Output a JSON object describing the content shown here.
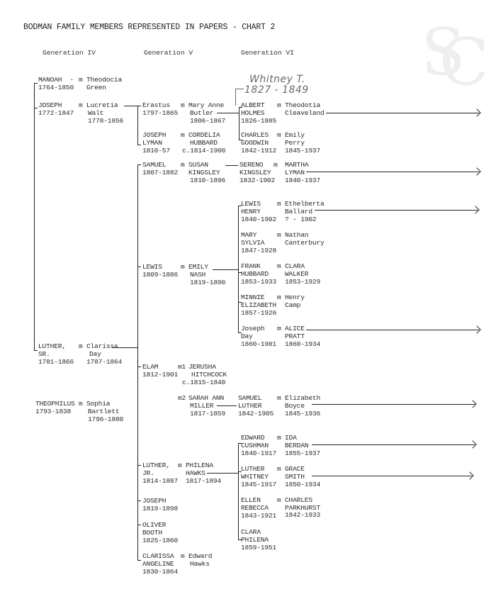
{
  "title": "BODMAN FAMILY MEMBERS REPRESENTED IN PAPERS - CHART 2",
  "watermark": "SC",
  "generations": [
    "Generation IV",
    "Generation V",
    "Generation VI"
  ],
  "annotation": {
    "name": "Whitney T.",
    "dates": "1827 - 1849"
  },
  "gen4": [
    {
      "name": [
        "MANOAH  ·"
      ],
      "dates": "1764-1850",
      "spouse_marker": "m",
      "spouse": [
        "Theodocia",
        "Green"
      ],
      "spouse_dates": ""
    },
    {
      "name": [
        "JOSEPH"
      ],
      "dates": "1772-1847",
      "spouse_marker": "m",
      "spouse": [
        "Lucretia",
        "Walt"
      ],
      "spouse_dates": "1778-1856"
    },
    {
      "name": [
        "LUTHER,",
        "SR."
      ],
      "dates": "1781-1866",
      "spouse_marker": "m",
      "spouse": [
        "Clarissa",
        "Day"
      ],
      "spouse_dates": "1787-1864"
    },
    {
      "name": [
        "THEOPHILUS"
      ],
      "dates": "1793-1838",
      "spouse_marker": "m",
      "spouse": [
        "Sophia",
        "Bartlett"
      ],
      "spouse_dates": "1796-1880"
    }
  ],
  "gen5": [
    {
      "name": [
        "Erastus"
      ],
      "dates": "1797-1865",
      "spouse_marker": "m",
      "spouse": [
        "Mary Anne",
        "Butler"
      ],
      "spouse_dates": "1806-1867"
    },
    {
      "name": [
        "JOSEPH",
        "LYMAN"
      ],
      "dates": "1810-57",
      "spouse_marker": "m",
      "spouse": [
        "CORDELIA",
        "HUBBARD"
      ],
      "spouse_dates": "c.1814-1900"
    },
    {
      "name": [
        "SAMUEL"
      ],
      "dates": "1807-1882",
      "spouse_marker": "m",
      "spouse": [
        "SUSAN",
        "KINGSLEY"
      ],
      "spouse_dates": "1810-1896"
    },
    {
      "name": [
        "LEWIS"
      ],
      "dates": "1809-1886",
      "spouse_marker": "m",
      "spouse": [
        "EMILY",
        "NASH"
      ],
      "spouse_dates": "1819-1890"
    },
    {
      "name": [
        "ELAM"
      ],
      "dates": "1812-1901",
      "spouse_marker": "m1",
      "spouse": [
        "JERUSHA",
        "HITCHCOCK"
      ],
      "spouse_dates": "c.1815-1840",
      "spouse2_marker": "m2",
      "spouse2": [
        "SARAH ANN",
        "MILLER"
      ],
      "spouse2_dates": "1817-1859"
    },
    {
      "name": [
        "LUTHER,",
        "JR."
      ],
      "dates": "1814-1887",
      "spouse_marker": "m",
      "spouse": [
        "PHILENA",
        "HAWKS"
      ],
      "spouse_dates": "1817-1894"
    },
    {
      "name": [
        "JOSEPH"
      ],
      "dates": "1819-1898"
    },
    {
      "name": [
        "OLIVER",
        "BOOTH"
      ],
      "dates": "1825-1860"
    },
    {
      "name": [
        "CLARISSA",
        "ANGELINE"
      ],
      "dates": "1830-1864",
      "spouse_marker": "m",
      "spouse": [
        "Edward",
        "Hawks"
      ],
      "spouse_dates": ""
    }
  ],
  "gen6": [
    {
      "name": [
        "ALBERT",
        "HOLMES"
      ],
      "dates": "1826-1885",
      "spouse_marker": "m",
      "spouse": [
        "Theodotia",
        "Cleaveland"
      ],
      "spouse_dates": "",
      "continues": true
    },
    {
      "name": [
        "CHARLES",
        "GOODWIN"
      ],
      "dates": "1842-1912",
      "spouse_marker": "m",
      "spouse": [
        "Emily",
        "Perry"
      ],
      "spouse_dates": "1845-1937"
    },
    {
      "name": [
        "SERENO",
        "KINGSLEY"
      ],
      "dates": "1832-1902",
      "spouse_marker": "m",
      "spouse": [
        "MARTHA",
        "LYMAN"
      ],
      "spouse_dates": "1840-1937",
      "continues": true
    },
    {
      "name": [
        "LEWIS",
        "HENRY"
      ],
      "dates": "1840-1902",
      "spouse_marker": "m",
      "spouse": [
        "Ethelberta",
        "Ballard"
      ],
      "spouse_dates": "? - 1902",
      "continues": true
    },
    {
      "name": [
        "MARY",
        "SYLVIA"
      ],
      "dates": "1847-1928",
      "spouse_marker": "m",
      "spouse": [
        "Nathan",
        "Canterbury"
      ],
      "spouse_dates": ""
    },
    {
      "name": [
        "FRANK",
        "HUBBARD"
      ],
      "dates": "1853-1933",
      "spouse_marker": "m",
      "spouse": [
        "CLARA",
        "WALKER"
      ],
      "spouse_dates": "1853-1929"
    },
    {
      "name": [
        "MINNIE",
        "ELIZABETH"
      ],
      "dates": "1857-1926",
      "spouse_marker": "m",
      "spouse": [
        "Henry",
        "Camp"
      ],
      "spouse_dates": ""
    },
    {
      "name": [
        "Joseph",
        "Day"
      ],
      "dates": "1860-1901",
      "spouse_marker": "m",
      "spouse": [
        "ALICE",
        "PRATT"
      ],
      "spouse_dates": "1860-1934",
      "continues": true
    },
    {
      "name": [
        "SAMUEL",
        "LUTHER"
      ],
      "dates": "1842-1905",
      "spouse_marker": "m",
      "spouse": [
        "Elizabeth",
        "Boyce"
      ],
      "spouse_dates": "1845-1936",
      "continues": true
    },
    {
      "name": [
        "EDWARD",
        "CUSHMAN"
      ],
      "dates": "1840-1917",
      "spouse_marker": "m",
      "spouse": [
        "IDA",
        "BERDAN"
      ],
      "spouse_dates": "1855-1937",
      "continues": true
    },
    {
      "name": [
        "LUTHER",
        "WHITNEY"
      ],
      "dates": "1845-1917",
      "spouse_marker": "m",
      "spouse": [
        "GRACE",
        "SMITH"
      ],
      "spouse_dates": "1850-1934",
      "continues": true
    },
    {
      "name": [
        "ELLEN",
        "REBECCA"
      ],
      "dates": "1843-1921",
      "spouse_marker": "m",
      "spouse": [
        "CHARLES",
        "PARKHURST"
      ],
      "spouse_dates": "1842-1933"
    },
    {
      "name": [
        "CLARA",
        "PHILENA"
      ],
      "dates": "1859-1951"
    }
  ]
}
